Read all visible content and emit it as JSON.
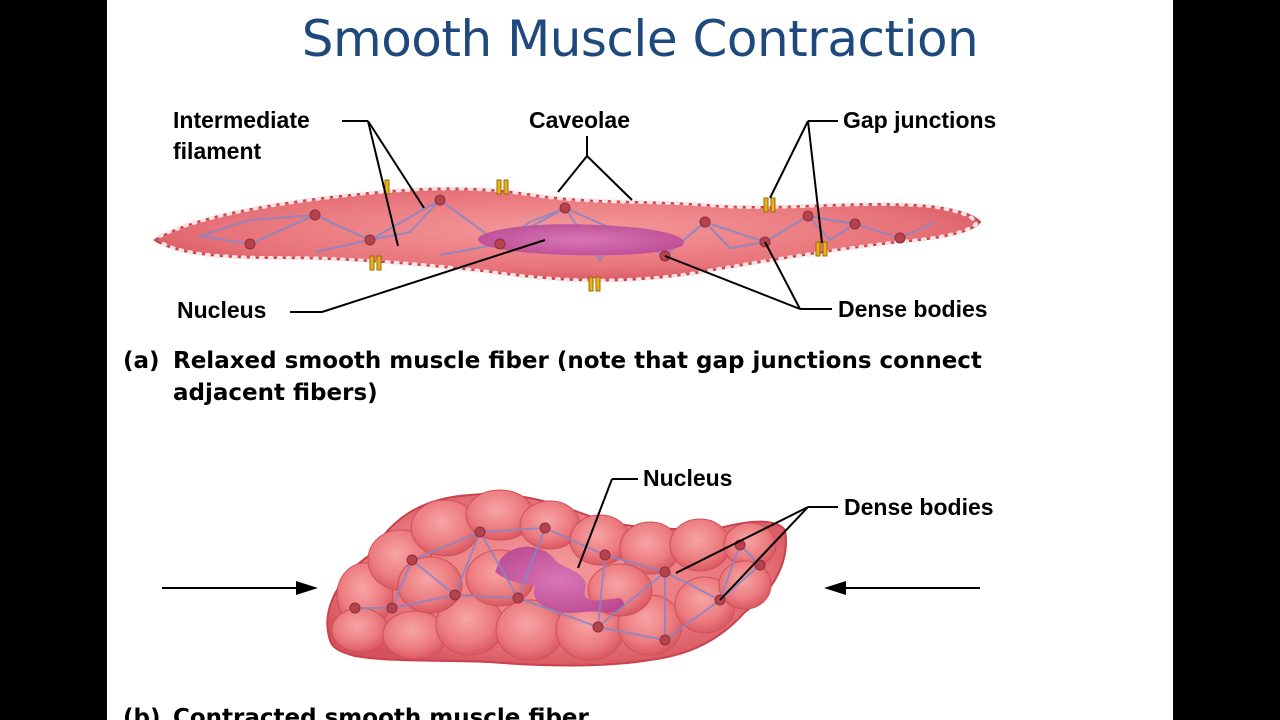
{
  "slide": {
    "title": "Smooth Muscle Contraction"
  },
  "figure_a": {
    "labels": {
      "intermediate_filament_line1": "Intermediate",
      "intermediate_filament_line2": "filament",
      "caveolae": "Caveolae",
      "gap_junctions": "Gap junctions",
      "nucleus": "Nucleus",
      "dense_bodies": "Dense bodies"
    },
    "caption_letter": "(a)",
    "caption_line1": "Relaxed smooth muscle fiber (note that gap junctions connect",
    "caption_line2": "adjacent fibers)"
  },
  "figure_b": {
    "labels": {
      "nucleus": "Nucleus",
      "dense_bodies": "Dense bodies"
    },
    "caption_letter": "(b)",
    "caption": "Contracted smooth muscle fiber"
  },
  "colors": {
    "title": "#1f497d",
    "cell_fill": "#e8737a",
    "cell_dark": "#c9424c",
    "nucleus": "#c95ca8",
    "filament": "#8a86c4",
    "gap_junction": "#e8b21a"
  }
}
